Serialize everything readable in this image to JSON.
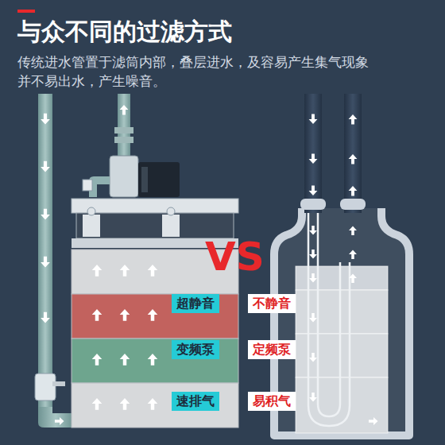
{
  "diagram": {
    "title": "与众不同的过滤方式",
    "nodes": [
      {
        "text": [
          "超静音"
        ]
      },
      {
        "text": [
          "不静音"
        ]
      },
      {
        "text": [
          "变频泵"
        ]
      },
      {
        "text": [
          "定频泵"
        ]
      },
      {
        "text": [
          "速排气"
        ]
      },
      {
        "text": [
          "易积气"
        ]
      }
    ],
    "labels": [
      "传统进水管置于滤筒内部，叠层进水，及容易产生集气现象 并不易出水，产生噪音。",
      "VS"
    ]
  }
}
